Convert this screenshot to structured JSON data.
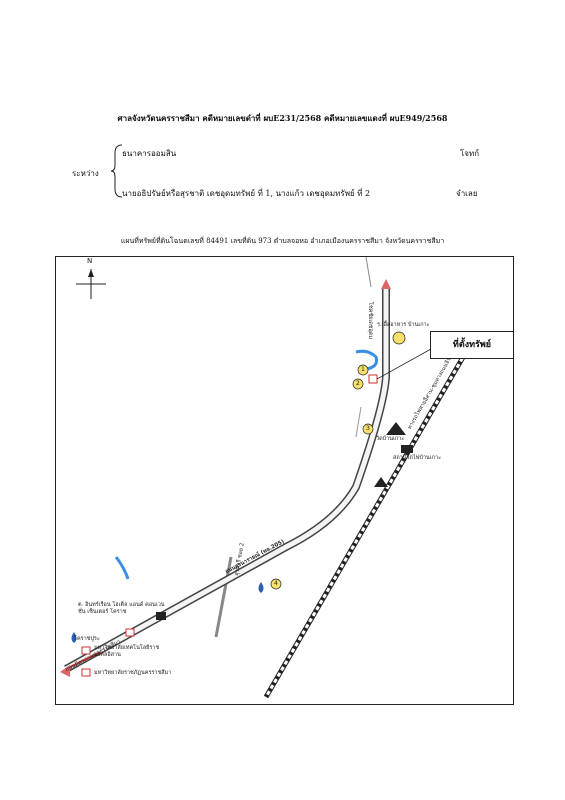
{
  "header": {
    "title": "ศาลจังหวัดนครราชสีมา คดีหมายเลขดำที่ ผบE231/2568 คดีหมายเลขแดงที่ ผบE949/2568",
    "between_label": "ระหว่าง",
    "party_plaintiff": "ธนาคารออมสิน",
    "role_plaintiff": "โจทก์",
    "party_defendant": "นายอธิปรัษย์หรือสุรชาติ เดชอุดมทรัพย์ ที่ 1, นางแก้ว เดชอุดมทรัพย์ ที่ 2",
    "role_defendant": "จำเลย",
    "description": "แผนที่ทรัพย์ที่ดินโฉนดเลขที่ 84491 เลขที่ดิน 973 ตำบลจอหอ อำเภอเมืองนครราชสีมา จังหวัดนครราชสีมา"
  },
  "map": {
    "north_label": "N",
    "callout": "ที่ตั้งทรัพย์",
    "labels": {
      "top_road": "โชคชัยเดชอุดม",
      "restaurant": "ร.เอื้ออาหาร บ้านเกาะ",
      "temple": "วัดบ้านเกาะ",
      "station": "สถานีรถไฟบ้านเกาะ",
      "rail": "ทางรถไฟสายอีสาน-ชุมทางถนนจิระ",
      "highway": "ถนนสุรนารายณ์ (ทล.205)",
      "hotel": "ต. อินทร์เรือน โฮเต็ล แอนด์ คอนเวนชั่น เซ็นเตอร์ โคราช",
      "korat_pu": "โคราชปูระ",
      "side_road": "สุรนารี ซอย 2",
      "university_tech": "มหาวิทยาลัยเทคโนโลยีราชมงคลอีสาน",
      "rajabhat": "มหาวิทยาลัยราชภัฏนครราชสีมา",
      "ring_road": "ถนนมิตรภาพนครราชสีมา",
      "m1": "1",
      "m2": "2",
      "m3": "3",
      "m4": "4"
    }
  }
}
